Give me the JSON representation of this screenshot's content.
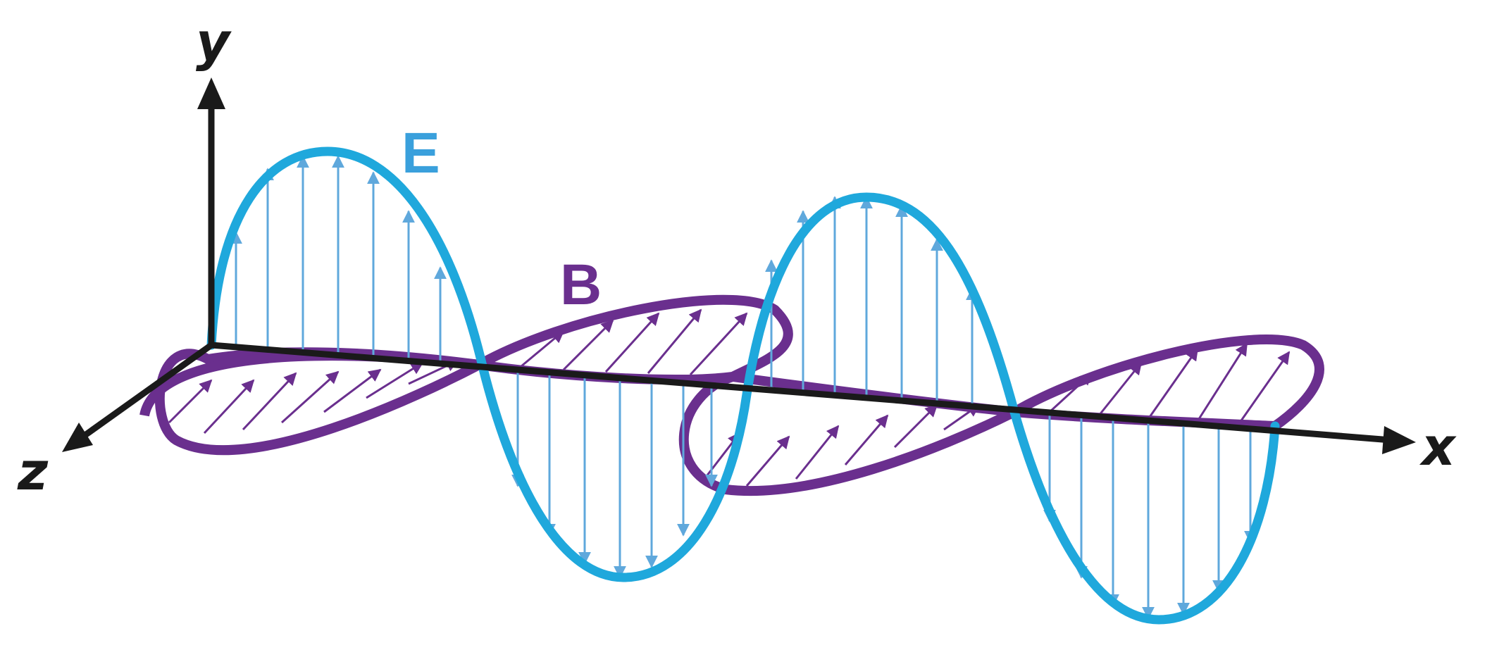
{
  "labels": {
    "y_axis": "y",
    "x_axis": "x",
    "z_axis": "z",
    "electric_field": "E",
    "magnetic_field": "B"
  },
  "colors": {
    "axis": "#1a1a1a",
    "electric_field": "#1fa8dc",
    "electric_arrows": "#5fa8dc",
    "magnetic_field": "#6a2f8e",
    "magnetic_label": "#6a2f8e",
    "electric_label": "#3aa0dc",
    "background": "#ffffff"
  },
  "icons": {
    "axis_arrowheads": "triangle-arrowhead",
    "field_vectors": "arrow-vector"
  }
}
